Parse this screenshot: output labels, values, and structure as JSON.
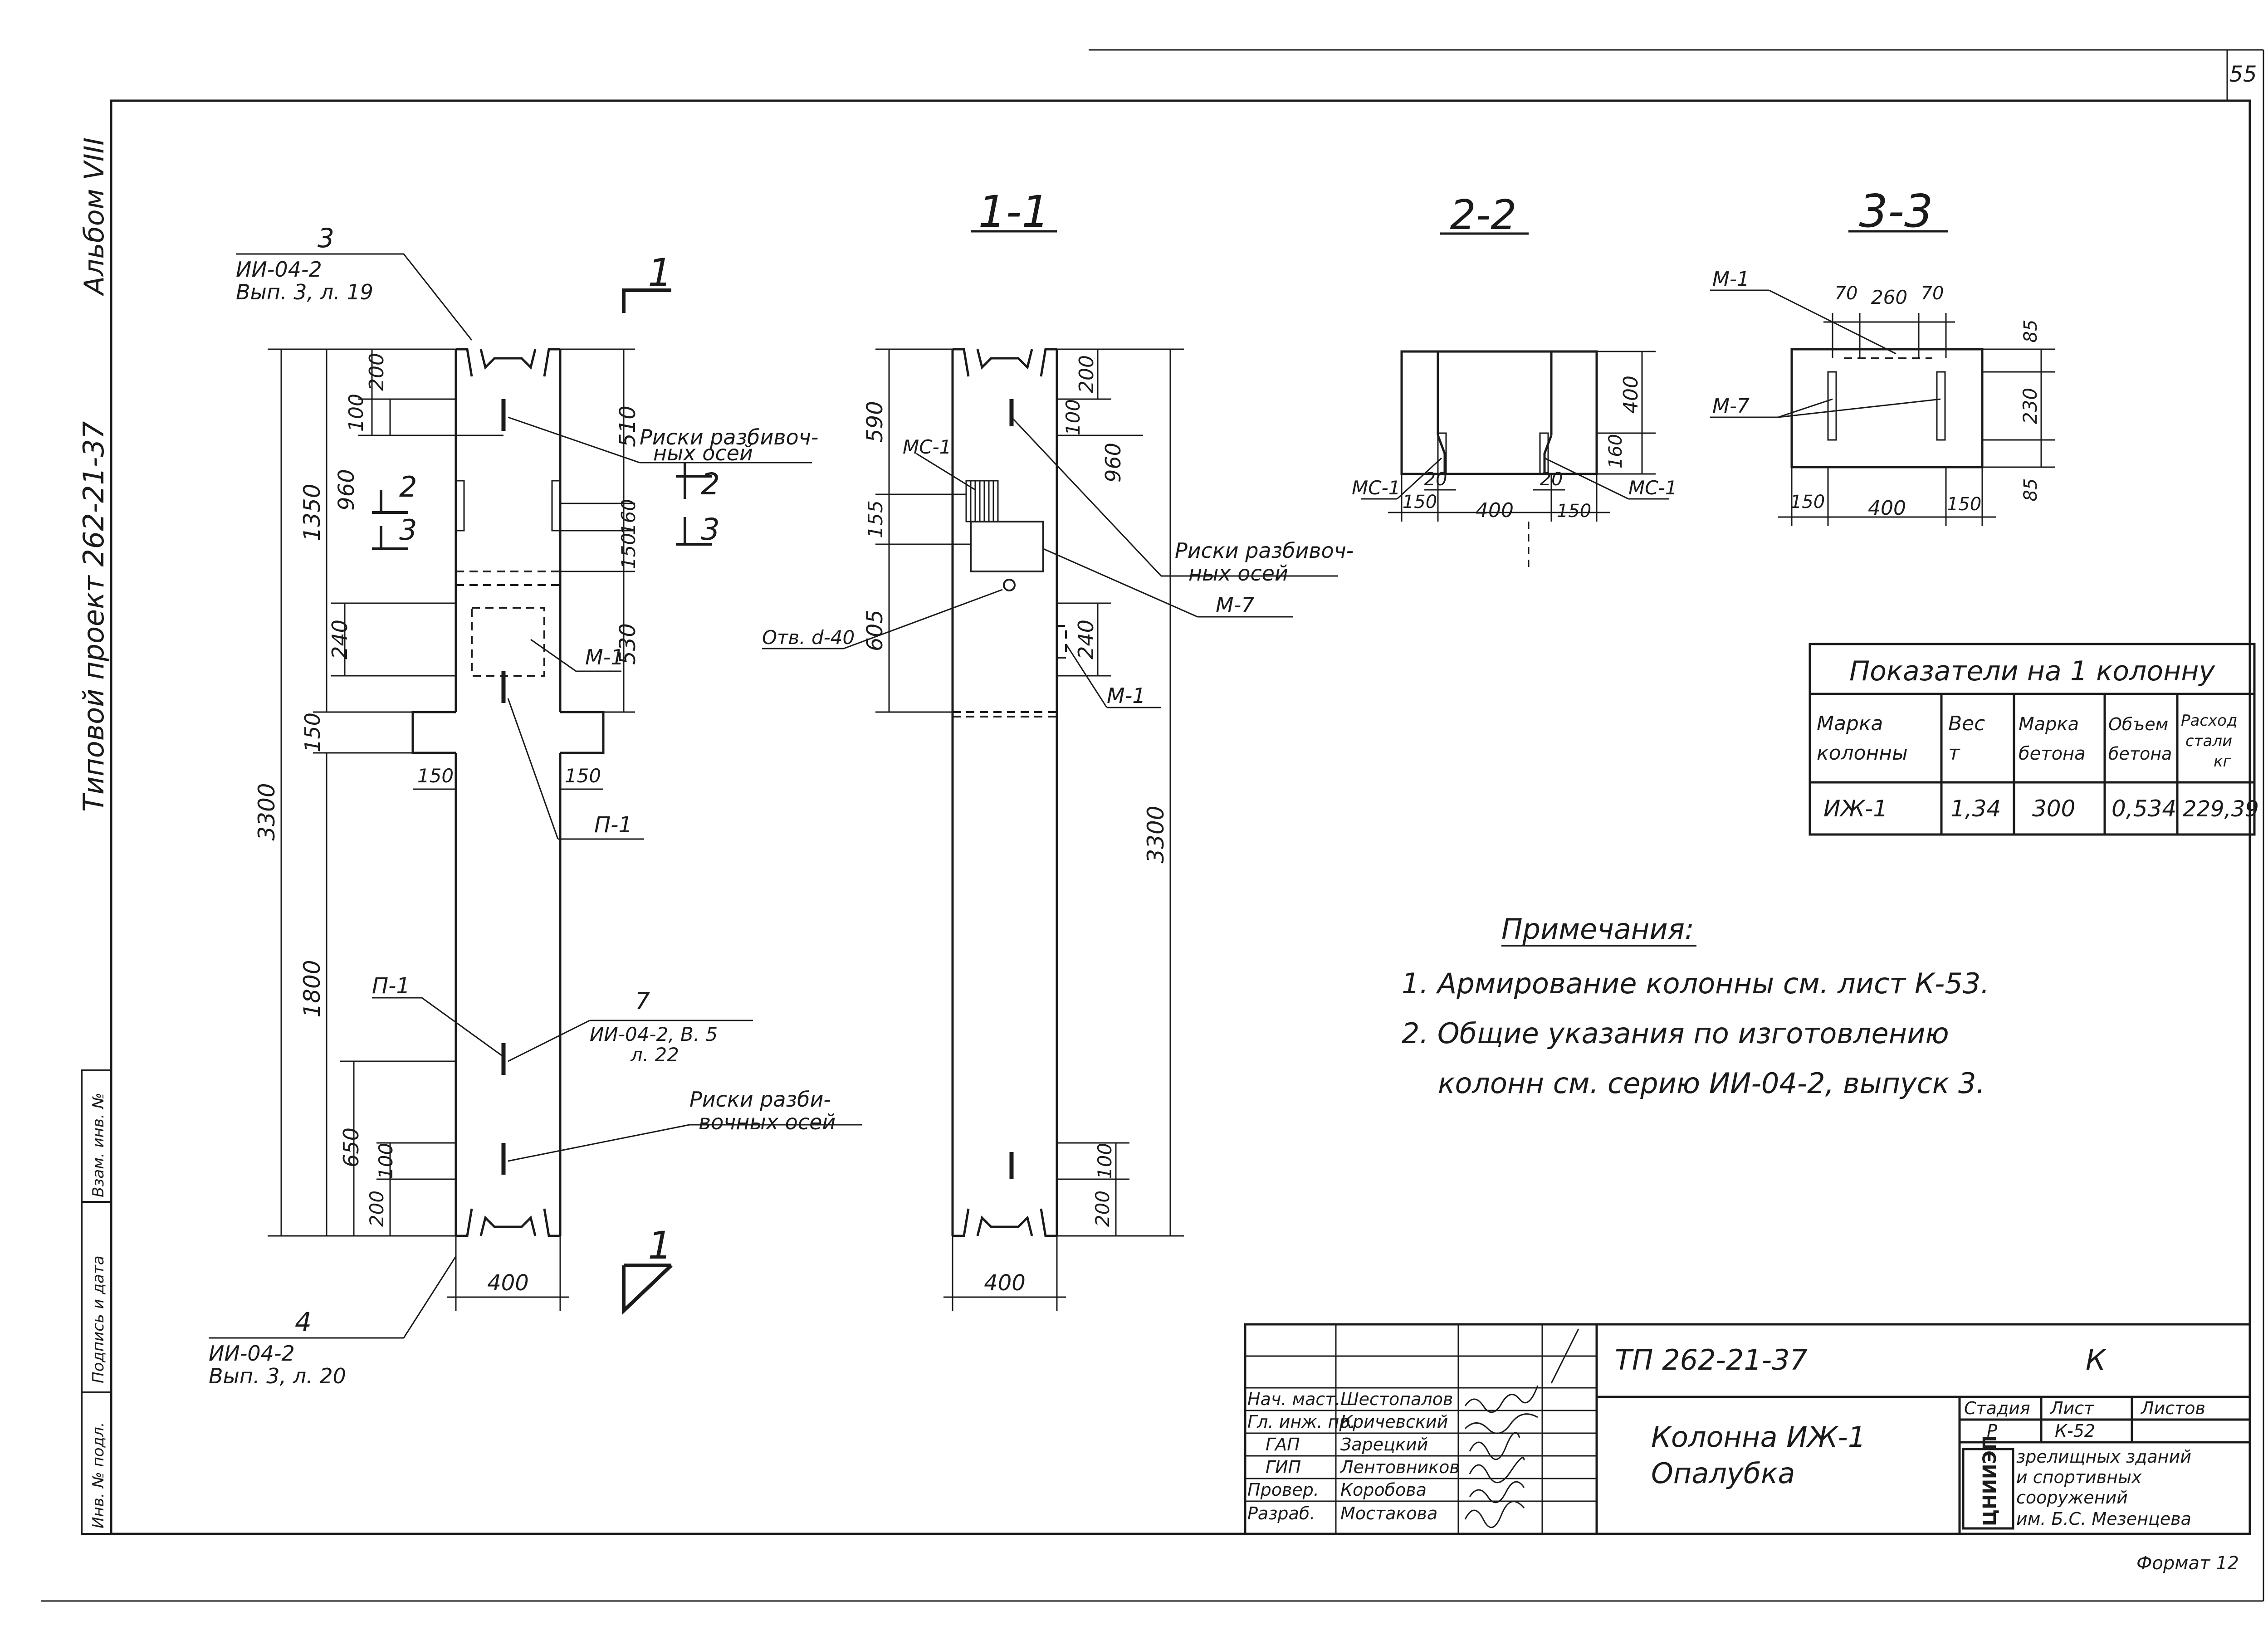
{
  "page_number": "55",
  "side_margin": {
    "album": "Альбом VIII",
    "project": "Типовой проект 262-21-37",
    "stamp_cells": [
      "Инв. № подл.",
      "Подпись и дата",
      "Взам. инв. №"
    ]
  },
  "sections": {
    "s11": "1-1",
    "s22": "2-2",
    "s33": "3-3"
  },
  "cut_marks": {
    "top": "1",
    "bottom": "1",
    "c2": "2",
    "c3": "3"
  },
  "elevation": {
    "ref_top_num": "3",
    "ref_top_line1": "ИИ-04-2",
    "ref_top_line2": "Вып. 3, л. 19",
    "ref_bot_num": "4",
    "ref_bot_line1": "ИИ-04-2",
    "ref_bot_line2": "Вып. 3, л. 20",
    "ref_mid_num": "7",
    "ref_mid_line1": "ИИ-04-2, В. 5",
    "ref_mid_line2": "л. 22",
    "dims": {
      "total": "3300",
      "upper": "1350",
      "lower": "1800",
      "cons": "150",
      "d960": "960",
      "d240": "240",
      "d100": "100",
      "d200": "200",
      "d650": "650",
      "b100": "100",
      "b200": "200",
      "r510": "510",
      "r160": "160",
      "r150": "150",
      "r530": "530",
      "c150a": "150",
      "c150b": "150",
      "width": "400"
    },
    "risk_top_1": "Риски разбивоч-",
    "risk_top_2": "ных осей",
    "p1_a": "П-1",
    "p1_b": "П-1",
    "m1": "М-1",
    "risk_bot_1": "Риски разби-",
    "risk_bot_2": "вочных осей"
  },
  "section11": {
    "dims": {
      "d590": "590",
      "d155": "155",
      "d605": "605",
      "d200": "200",
      "d100": "100",
      "d960": "960",
      "d240": "240",
      "total": "3300",
      "b100": "100",
      "b200": "200",
      "width": "400"
    },
    "mc1": "МС-1",
    "otv": "Отв. d-40",
    "risk_1": "Риски разбивоч-",
    "risk_2": "ных осей",
    "m7": "М-7",
    "m1": "М-1"
  },
  "section22": {
    "dims": {
      "d20a": "20",
      "d20b": "20",
      "d150a": "150",
      "d400": "400",
      "d150b": "150",
      "d400v": "400",
      "d160": "160"
    },
    "mc1a": "МС-1",
    "mc1b": "МС-1"
  },
  "section33": {
    "dims": {
      "d70a": "70",
      "d260": "260",
      "d70b": "70",
      "d85a": "85",
      "d230": "230",
      "d85b": "85",
      "d150a": "150",
      "d400": "400",
      "d150b": "150"
    },
    "m1": "М-1",
    "m7": "М-7"
  },
  "table": {
    "title": "Показатели на 1 колонну",
    "headers": [
      "Марка колонны",
      "Вес т",
      "Марка бетона",
      "Объем бетона",
      "Расход стали кг"
    ],
    "header_lines": [
      [
        "Марка",
        "колонны"
      ],
      [
        "Вес",
        "т"
      ],
      [
        "Марка",
        "бетона"
      ],
      [
        "Объем",
        "бетона"
      ],
      [
        "Расход",
        "стали",
        "кг"
      ]
    ],
    "row": [
      "ИЖ-1",
      "1,34",
      "300",
      "0,534",
      "229,39"
    ]
  },
  "notes": {
    "title": "Примечания:",
    "n1": "1. Армирование колонны см. лист К-53.",
    "n2a": "2. Общие указания по изготовлению",
    "n2b": "колонн см. серию ИИ-04-2, выпуск 3."
  },
  "title_block": {
    "doc_code": "ТП 262-21-37",
    "letter": "К",
    "roles": [
      "Нач. маст.",
      "Гл. инж. пр.",
      "ГАП",
      "ГИП",
      "Провер.",
      "Разраб."
    ],
    "names": [
      "Шестопалов",
      "Кричевский",
      "Зарецкий",
      "Лентовников",
      "Коробова",
      "Мостакова"
    ],
    "title_line1": "Колонна ИЖ-1",
    "title_line2": "Опалубка",
    "stage_label": "Стадия",
    "sheet_label": "Лист",
    "sheets_label": "Листов",
    "stage": "Р",
    "sheet": "К-52",
    "sheets": "",
    "org_logo": "ЦНИИЭП",
    "org_name": [
      "зрелищных зданий",
      "и спортивных",
      "сооружений",
      "им. Б.С. Мезенцева"
    ]
  },
  "format": "Формат 12"
}
